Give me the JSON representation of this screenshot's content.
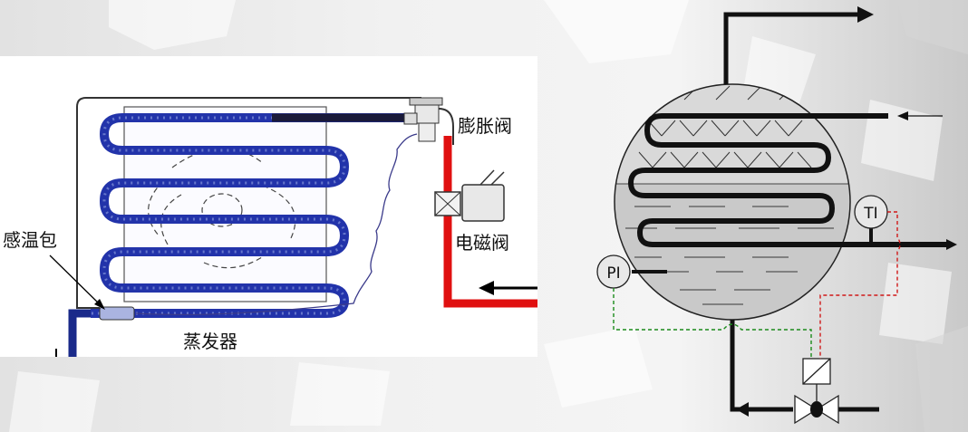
{
  "evaporator_diagram": {
    "labels": {
      "expansion_valve": "膨胀阀",
      "solenoid_valve": "电磁阀",
      "temperature_bulb": "感温包",
      "evaporator": "蒸发器"
    },
    "colors": {
      "coil": "#2233aa",
      "liquid_line": "#e01010",
      "frame": "#222222"
    }
  },
  "process_diagram": {
    "instruments": {
      "pressure_indicator": "PI",
      "temperature_indicator": "TI"
    },
    "colors": {
      "pressure_signal": "#1a8a1a",
      "temperature_signal": "#d01818"
    }
  }
}
